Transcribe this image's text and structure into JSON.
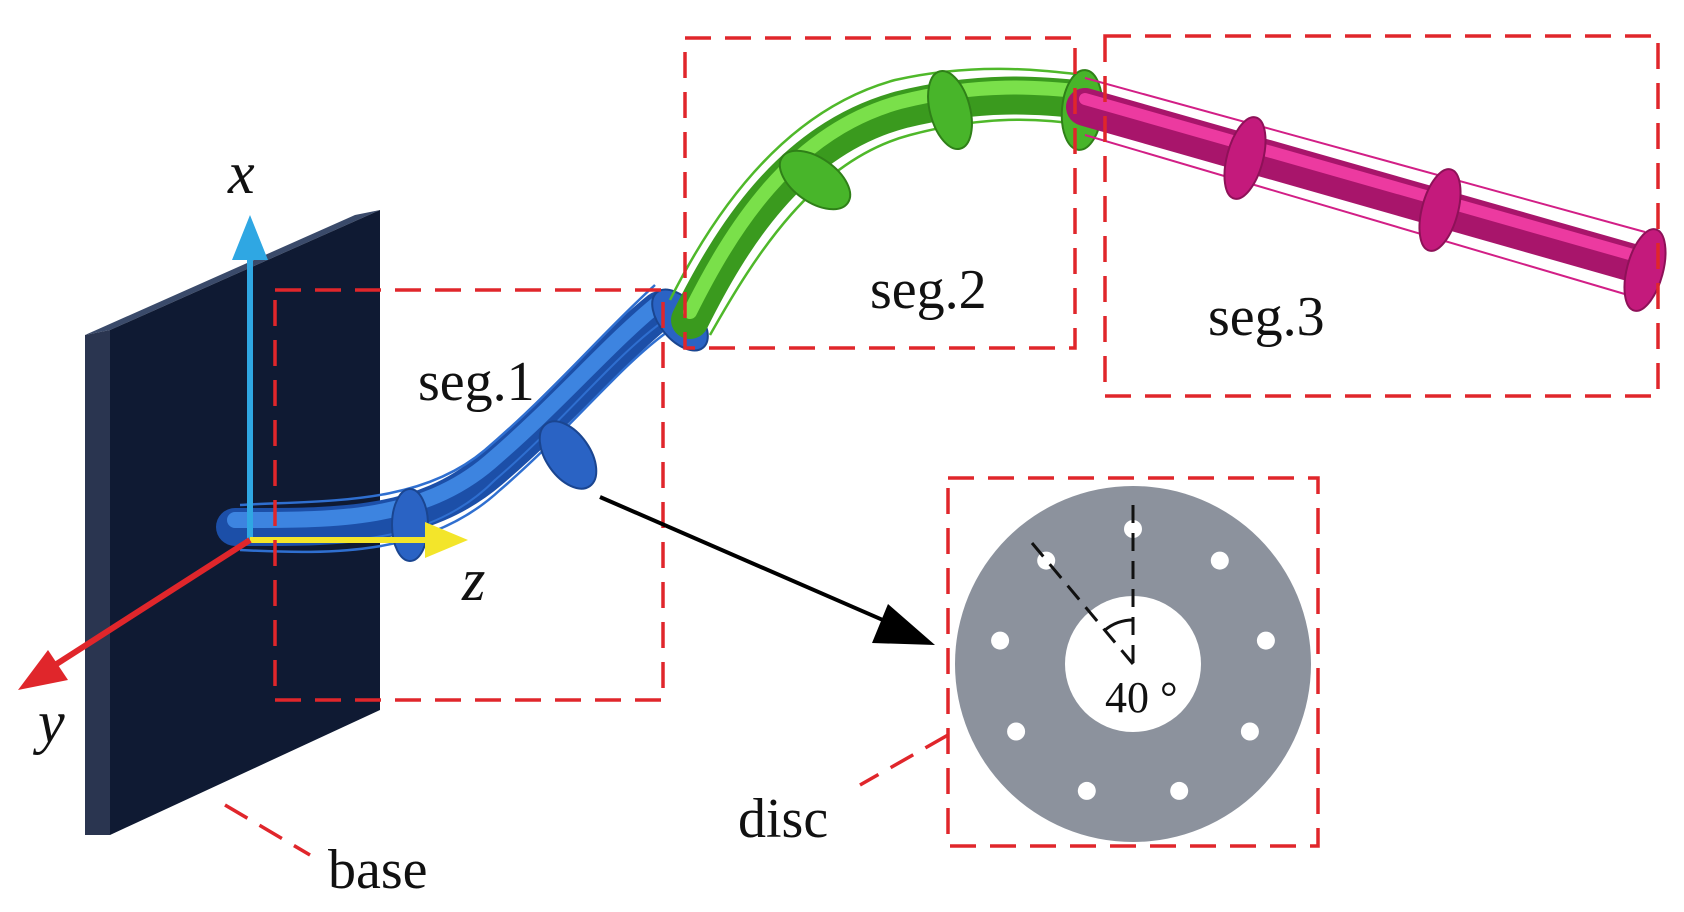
{
  "labels": {
    "seg1": "seg.1",
    "seg2": "seg.2",
    "seg3": "seg.3",
    "base": "base",
    "disc": "disc",
    "angle": "40 °"
  },
  "axes": {
    "x": "x",
    "y": "y",
    "z": "z"
  },
  "colors": {
    "seg1": "#2f6fd0",
    "seg2": "#56c22f",
    "seg3": "#d21f86",
    "base": "#101830",
    "disc": "#8c929d",
    "frame": "#e0262b",
    "axis_x": "#2fa7e3",
    "axis_y": "#e0262b",
    "axis_z": "#f3e52a"
  },
  "disc": {
    "hole_count": 9,
    "hole_spacing_deg": 40
  }
}
